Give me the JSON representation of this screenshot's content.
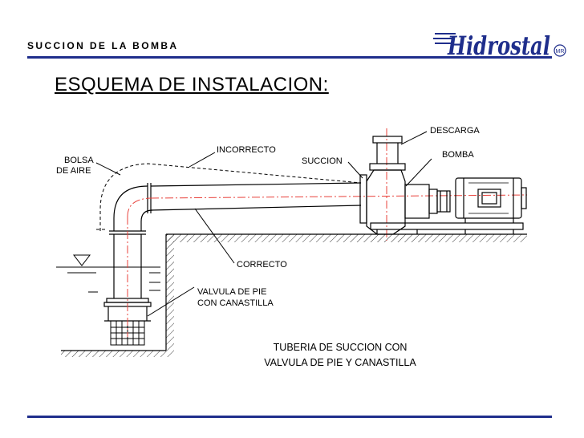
{
  "header": {
    "section_title": "SUCCION DE LA BOMBA",
    "brand": "Hidrostal",
    "brand_mark": "MR"
  },
  "main_title": "ESQUEMA DE INSTALACION:",
  "labels": {
    "descarga": "DESCARGA",
    "incorrecto": "INCORRECTO",
    "bolsa": "BOLSA",
    "de_aire": "DE AIRE",
    "succion": "SUCCION",
    "bomba": "BOMBA",
    "correcto": "CORRECTO",
    "valvula_1": "VALVULA DE PIE",
    "valvula_2": "CON CANASTILLA"
  },
  "caption": {
    "line1": "TUBERIA DE SUCCION CON",
    "line2": "VALVULA DE PIE Y CANASTILLA"
  },
  "colors": {
    "brand_blue": "#1f2e8c",
    "centerline_red": "#e8403a",
    "drawing": "#000000"
  }
}
